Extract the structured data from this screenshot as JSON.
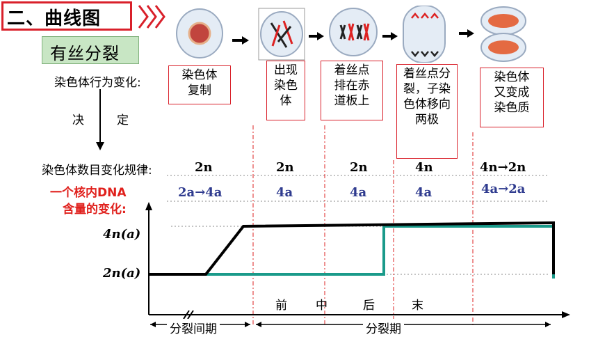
{
  "title": "二、曲线图",
  "subtitle": "有丝分裂",
  "behavior_label": "染色体行为变化:",
  "decide_chars": [
    "决",
    "定"
  ],
  "stages": [
    "染色体复制",
    "出现染色体",
    "着丝点排在赤道板上",
    "着丝点分裂，子染色体移向两极",
    "染色体又变成染色质"
  ],
  "chromosome_label": "染色体数目变化规律:",
  "chromosome_values": [
    "2n",
    "2n",
    "2n",
    "4n",
    "4n→2n"
  ],
  "dna_label_line1": "一个核内DNA",
  "dna_label_line2": "含量的变化:",
  "dna_values": [
    "2a→4a",
    "4a",
    "4a",
    "4a",
    "4a→2a"
  ],
  "y_labels": [
    "4n(a)",
    "2n(a)"
  ],
  "phases": [
    "前",
    "中",
    "后",
    "末"
  ],
  "interphase_label": "分裂间期",
  "division_label": "分裂期",
  "colors": {
    "title_border": "#d9202a",
    "dna_text": "#2f3b8f",
    "dna_label": "#e0201c",
    "chromosome_line": "#1a9a8a",
    "dna_line": "#000000",
    "subtitle_bg": "#c8e6c4"
  }
}
